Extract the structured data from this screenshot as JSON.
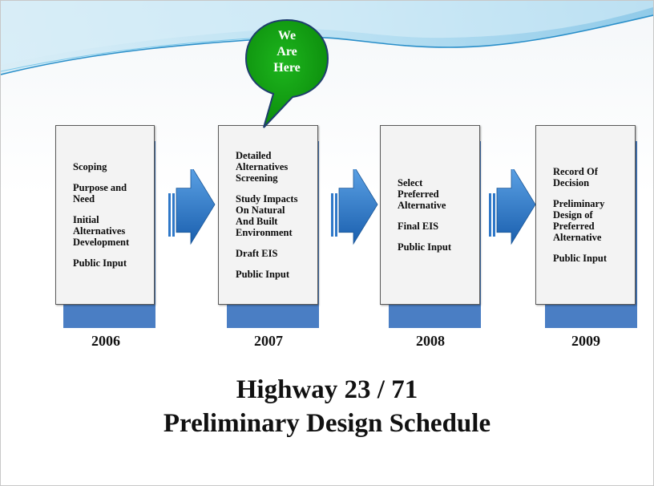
{
  "bubble": {
    "text": "We\nAre\nHere"
  },
  "phases": [
    {
      "year": "2006",
      "items": [
        "Scoping",
        "Purpose and\nNeed",
        "Initial\nAlternatives\nDevelopment",
        "Public Input"
      ]
    },
    {
      "year": "2007",
      "items": [
        "Detailed\nAlternatives\nScreening",
        "Study Impacts\nOn Natural\nAnd Built\nEnvironment",
        "Draft EIS",
        "Public Input"
      ]
    },
    {
      "year": "2008",
      "items": [
        "Select\nPreferred\nAlternative",
        "Final EIS",
        "Public Input"
      ]
    },
    {
      "year": "2009",
      "items": [
        "Record Of\nDecision",
        "Preliminary\nDesign of\nPreferred\nAlternative",
        "Public Input"
      ]
    }
  ],
  "title": {
    "line1": "Highway 23 / 71",
    "line2": "Preliminary Design Schedule"
  },
  "colors": {
    "arrow": "#2f78c8",
    "box_shadow": "#4a7ec4",
    "bubble": "#119a11",
    "wave": "#5ab4e0"
  }
}
